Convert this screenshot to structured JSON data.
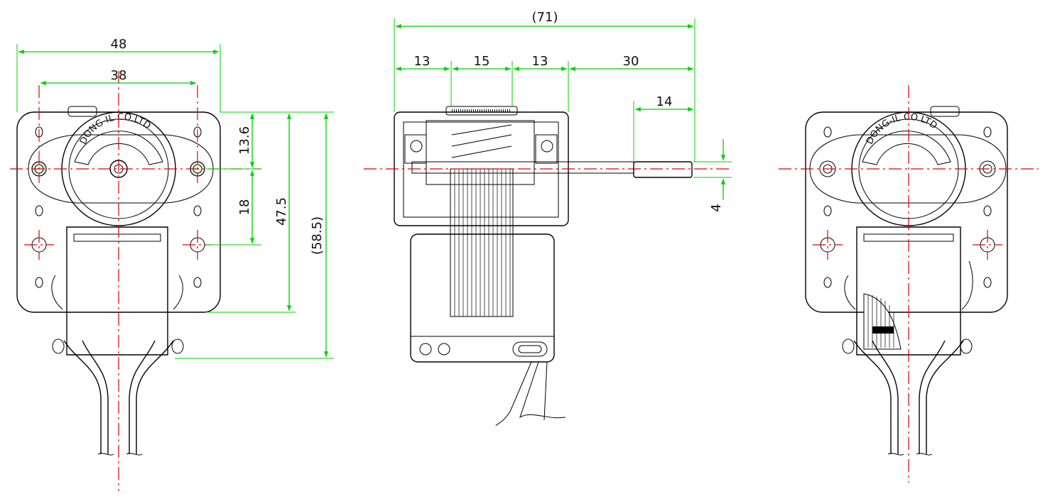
{
  "colors": {
    "dimension_line": "#00d000",
    "center_line": "#e00000",
    "outline": "#000000"
  },
  "labels": {
    "front_view": {
      "overall_width": "48",
      "hole_spacing": "38",
      "dim_13_6": "13.6",
      "dim_18": "18",
      "dim_47_5": "47.5",
      "dim_58_5": "(58.5)",
      "emboss_text": "DONG-IL CO.LTD"
    },
    "side_view": {
      "overall_length": "(71)",
      "seg_1": "13",
      "seg_2": "15",
      "seg_3": "13",
      "seg_4": "30",
      "shaft_length": "14",
      "shaft_diameter": "4"
    },
    "rear_view": {
      "emboss_text": "DONG-IL CO.LTD"
    }
  }
}
